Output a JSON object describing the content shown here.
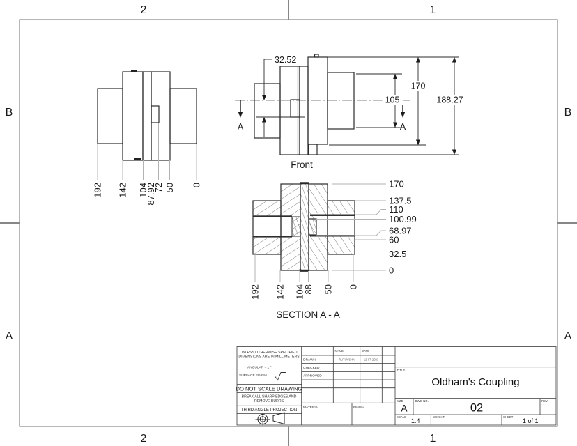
{
  "zones": {
    "top_left": "2",
    "top_right": "1",
    "bottom_left": "2",
    "bottom_right": "1",
    "left_upper": "B",
    "left_lower": "A",
    "right_upper": "B",
    "right_lower": "A"
  },
  "front_view": {
    "label": "Front",
    "dim_keyway": "32.52",
    "dim_hub": "105",
    "dim_flange": "170",
    "dim_overall": "188.27",
    "section_marker_left": "A",
    "section_marker_right": "A"
  },
  "left_view": {
    "ordinates": [
      "192",
      "142",
      "104",
      "87.92",
      "72",
      "50",
      "0"
    ]
  },
  "section_view": {
    "label": "SECTION A - A",
    "right_ordinates": [
      "170",
      "137.5",
      "110",
      "100.99",
      "68.97",
      "60",
      "32.5",
      "0"
    ],
    "bottom_ordinates": [
      "192",
      "142",
      "104",
      "88",
      "50",
      "0"
    ]
  },
  "title_block": {
    "notes_line1": "UNLESS OTHERWISE SPECIFIED,",
    "notes_line2": "DIMENSIONS ARE IN MILLIMETERS",
    "angular": "ANGULAR = ± °",
    "surface_finish": "SURFACE FINISH",
    "do_not_scale": "DO NOT SCALE DRAWING",
    "break_edges_line1": "BREAK ALL SHARP EDGES AND",
    "break_edges_line2": "REMOVE BURRS",
    "projection": "THIRD ANGLE PROJECTION",
    "col_name": "NAME",
    "col_date": "DATE",
    "row_drawn": "DRAWN",
    "row_checked": "CHECKED",
    "row_approved": "APPROVED",
    "drawn_name": "RUTUVSHA",
    "drawn_date": "12-07-2023",
    "material_label": "MATERIAL",
    "finish_label": "FINISH",
    "title_label": "TITLE",
    "title": "Oldham's Coupling",
    "size_label": "SIZE",
    "size": "A",
    "dwg_label": "DWG NO.",
    "dwg_no": "02",
    "rev_label": "REV.",
    "scale_label": "SCALE",
    "scale": "1:4",
    "weight_label": "WEIGHT",
    "sheet_label": "SHEET",
    "sheet": "1 of 1"
  }
}
